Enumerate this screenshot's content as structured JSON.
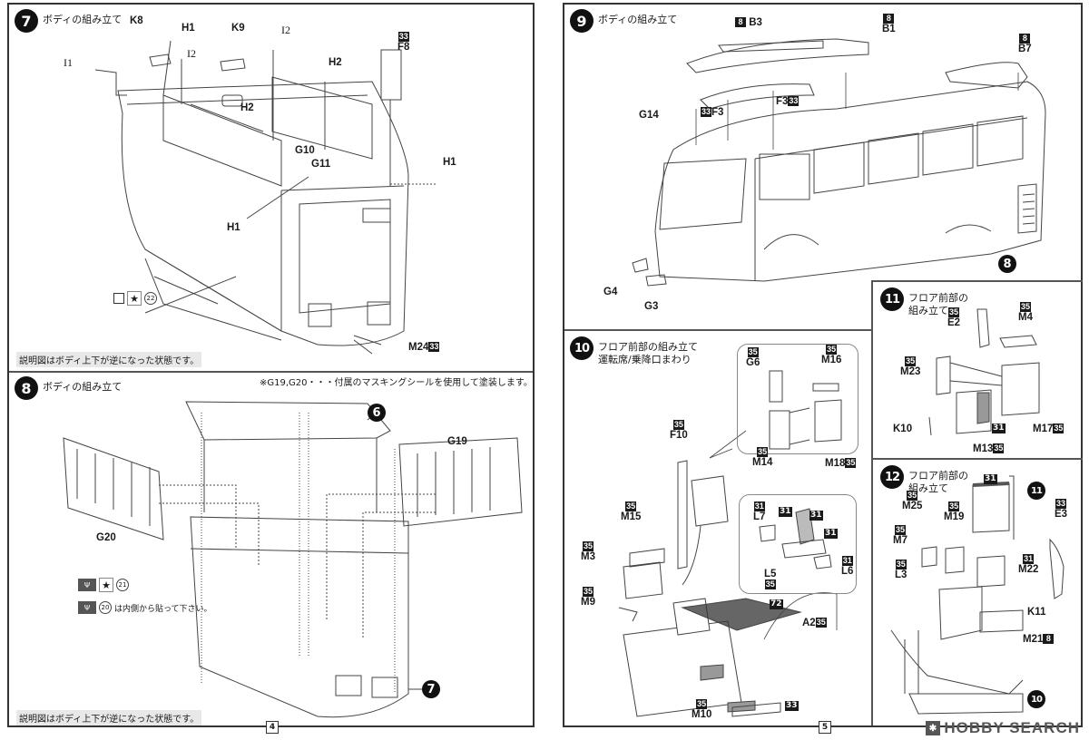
{
  "pages": {
    "left_number": "4",
    "right_number": "5"
  },
  "steps": {
    "s7": {
      "number": "7",
      "title": "ボディの組み立て",
      "note": "説明図はボディ上下が逆になった状態です。",
      "decal": {
        "number": "22"
      },
      "labels": {
        "K8": "K8",
        "H1a": "H1",
        "I1": "I1",
        "I2a": "I2",
        "K9": "K9",
        "I2b": "I2",
        "H2a": "H2",
        "H2b": "H2",
        "F8": "F8",
        "F8_color": "33",
        "G10": "G10",
        "G11": "G11",
        "H1b": "H1",
        "H1c": "H1",
        "M24": "M24",
        "M24_color": "33"
      }
    },
    "s8": {
      "number": "8",
      "title": "ボディの組み立て",
      "masking_note": "※G19,G20・・・付属のマスキングシールを使用して塗装します。",
      "note": "説明図はボディ上下が逆になった状態です。",
      "decal_a": {
        "number": "21"
      },
      "decal_b": {
        "number": "20",
        "text": "は内側から貼って下さい。"
      },
      "labels": {
        "G19": "G19",
        "G20": "G20",
        "ref6": "6",
        "ref7": "7"
      }
    },
    "s9": {
      "number": "9",
      "title": "ボディの組み立て",
      "labels": {
        "B3": "B3",
        "B3_color": "8",
        "B1": "B1",
        "B1_color": "8",
        "B7": "B7",
        "B7_color": "8",
        "G14": "G14",
        "F3a": "F3",
        "F3a_color": "33",
        "F3b": "F3",
        "F3b_color": "33",
        "G4": "G4",
        "G3": "G3",
        "ref8": "8"
      }
    },
    "s10": {
      "number": "10",
      "title": "フロア前部の組み立て\n運転席/乗降口まわり",
      "labels": {
        "G6": "G6",
        "G6_color": "35",
        "M16": "M16",
        "M16_color": "35",
        "M14": "M14",
        "M14_color": "35",
        "M18": "M18",
        "M18_color": "35",
        "F10": "F10",
        "F10_color": "35",
        "M15": "M15",
        "M15_color": "35",
        "M3": "M3",
        "M3_color": "35",
        "M9": "M9",
        "M9_color": "35",
        "L7": "L7",
        "L7_color": "31",
        "seat_color_a": "31",
        "seat_color_b": "31",
        "seat_color_c": "31",
        "L6": "L6",
        "L6_color": "31",
        "L5": "L5",
        "L5_color": "35",
        "floor_color": "72",
        "A2": "A2",
        "A2_color": "35",
        "M10": "M10",
        "M10_color": "35",
        "plate_color": "33"
      }
    },
    "s11": {
      "number": "11",
      "title": "フロア前部の\n組み立て",
      "labels": {
        "E2": "E2",
        "E2_color": "35",
        "M4": "M4",
        "M4_color": "35",
        "M23": "M23",
        "M23_color": "35",
        "K10": "K10",
        "panel_color": "31",
        "M17": "M17",
        "M17_color": "35",
        "M13": "M13",
        "M13_color": "35"
      }
    },
    "s12": {
      "number": "12",
      "title": "フロア前部の\n組み立て",
      "labels": {
        "box_color": "31",
        "ref11": "11",
        "E3": "E3",
        "E3_color": "33",
        "M25": "M25",
        "M25_color": "35",
        "M19": "M19",
        "M19_color": "35",
        "M7": "M7",
        "M7_color": "35",
        "L3": "L3",
        "L3_color": "35",
        "M22": "M22",
        "M22_color": "31",
        "K11": "K11",
        "M21": "M21",
        "M21_color": "8",
        "ref10": "10"
      }
    }
  },
  "watermark": {
    "logo": "✱",
    "text": "HOBBY SEARCH"
  }
}
